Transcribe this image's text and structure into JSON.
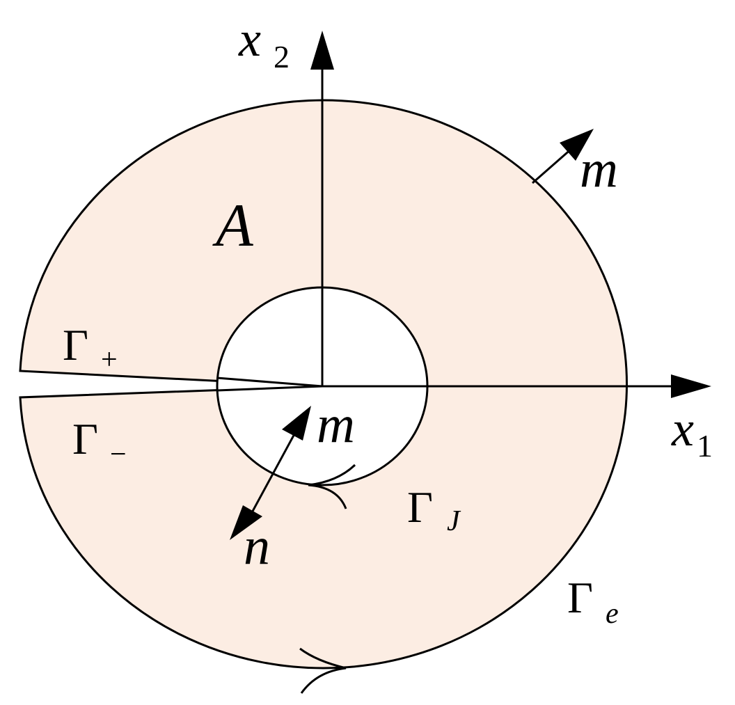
{
  "labels": {
    "x2_var": "x",
    "x2_sub": "2",
    "x1_var": "x",
    "x1_sub": "1",
    "region": "A",
    "normal_outer": "m",
    "normal_inner_m": "m",
    "normal_inner_n": "n",
    "gamma_plus": "Γ",
    "gamma_plus_sub": "+",
    "gamma_minus": "Γ",
    "gamma_minus_sub": "−",
    "gamma_j": "Γ",
    "gamma_j_sub": "J",
    "gamma_e": "Γ",
    "gamma_e_sub": "e"
  },
  "colors": {
    "region_fill": "#fcede3",
    "hole_fill": "#ffffff",
    "stroke": "#000000"
  }
}
